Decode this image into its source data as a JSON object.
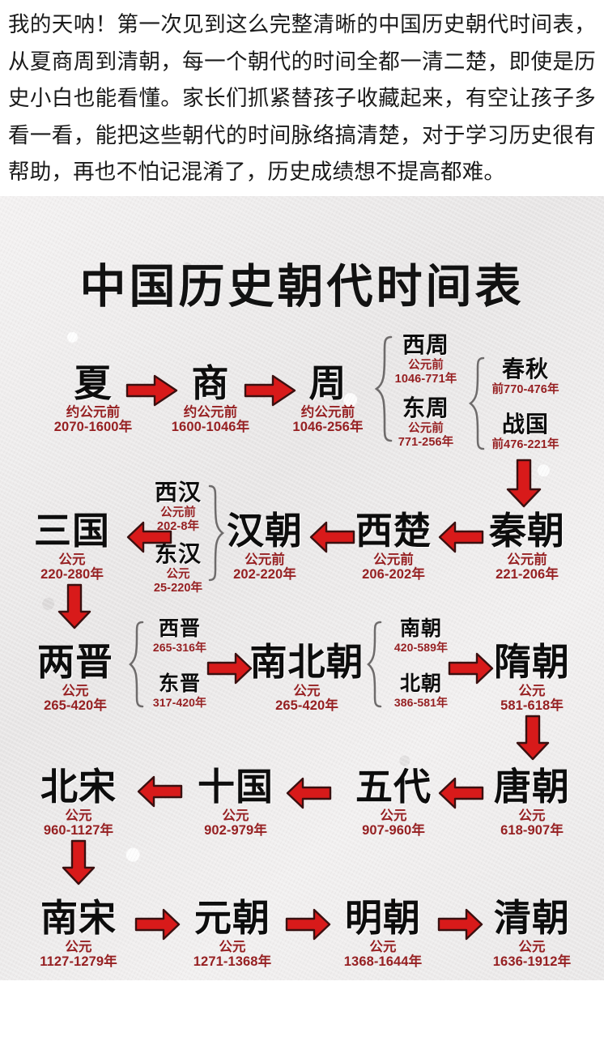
{
  "caption": "我的天呐！第一次见到这么完整清晰的中国历史朝代时间表，从夏商周到清朝，每一个朝代的时间全都一清二楚，即使是历史小白也能看懂。家长们抓紧替孩子收藏起来，有空让孩子多看一看，能把这些朝代的时间脉络搞清楚，对于学习历史很有帮助，再也不怕记混淆了，历史成绩想不提高都难。",
  "poster": {
    "title": "中国历史朝代时间表",
    "colors": {
      "arrow_red": "#d81a1a",
      "year_text": "#962022",
      "name_text": "#0d0d0d",
      "background": "#eceaea",
      "brace": "#6e6b6b"
    }
  },
  "chart_data": {
    "type": "diagram",
    "title": "中国历史朝代时间表",
    "nodes": [
      {
        "id": "xia",
        "name": "夏",
        "era": "约公元前",
        "years": "2070-1600年",
        "row": 1
      },
      {
        "id": "shang",
        "name": "商",
        "era": "约公元前",
        "years": "1600-1046年",
        "row": 1
      },
      {
        "id": "zhou",
        "name": "周",
        "era": "约公元前",
        "years": "1046-256年",
        "row": 1
      },
      {
        "id": "xizhou",
        "name": "西周",
        "era": "公元前",
        "years": "1046-771年",
        "row": 1
      },
      {
        "id": "dongzhou",
        "name": "东周",
        "era": "公元前",
        "years": "771-256年",
        "row": 1
      },
      {
        "id": "chunqiu",
        "name": "春秋",
        "era": "",
        "years": "前770-476年",
        "row": 1
      },
      {
        "id": "zhanguo",
        "name": "战国",
        "era": "",
        "years": "前476-221年",
        "row": 1
      },
      {
        "id": "qinchao",
        "name": "秦朝",
        "era": "公元前",
        "years": "221-206年",
        "row": 2
      },
      {
        "id": "xichu",
        "name": "西楚",
        "era": "公元前",
        "years": "206-202年",
        "row": 2
      },
      {
        "id": "hanchao",
        "name": "汉朝",
        "era": "公元前",
        "years": "202-220年",
        "row": 2
      },
      {
        "id": "xihan",
        "name": "西汉",
        "era": "公元前",
        "years": "202-8年",
        "row": 2
      },
      {
        "id": "donghan",
        "name": "东汉",
        "era": "公元",
        "years": "25-220年",
        "row": 2
      },
      {
        "id": "sanguo",
        "name": "三国",
        "era": "公元",
        "years": "220-280年",
        "row": 2
      },
      {
        "id": "liangjin",
        "name": "两晋",
        "era": "公元",
        "years": "265-420年",
        "row": 3
      },
      {
        "id": "xijin",
        "name": "西晋",
        "era": "",
        "years": "265-316年",
        "row": 3
      },
      {
        "id": "dongjin",
        "name": "东晋",
        "era": "",
        "years": "317-420年",
        "row": 3
      },
      {
        "id": "nanbeichao",
        "name": "南北朝",
        "era": "公元",
        "years": "265-420年",
        "row": 3
      },
      {
        "id": "nanchao",
        "name": "南朝",
        "era": "",
        "years": "420-589年",
        "row": 3
      },
      {
        "id": "beichao",
        "name": "北朝",
        "era": "",
        "years": "386-581年",
        "row": 3
      },
      {
        "id": "suichao",
        "name": "隋朝",
        "era": "公元",
        "years": "581-618年",
        "row": 3
      },
      {
        "id": "tangchao",
        "name": "唐朝",
        "era": "公元",
        "years": "618-907年",
        "row": 4
      },
      {
        "id": "wudai",
        "name": "五代",
        "era": "公元",
        "years": "907-960年",
        "row": 4
      },
      {
        "id": "shiguo",
        "name": "十国",
        "era": "公元",
        "years": "902-979年",
        "row": 4
      },
      {
        "id": "beisong",
        "name": "北宋",
        "era": "公元",
        "years": "960-1127年",
        "row": 4
      },
      {
        "id": "nansong",
        "name": "南宋",
        "era": "公元",
        "years": "1127-1279年",
        "row": 5
      },
      {
        "id": "yuanchao",
        "name": "元朝",
        "era": "公元",
        "years": "1271-1368年",
        "row": 5
      },
      {
        "id": "mingchao",
        "name": "明朝",
        "era": "公元",
        "years": "1368-1644年",
        "row": 5
      },
      {
        "id": "qingchao",
        "name": "清朝",
        "era": "公元",
        "years": "1636-1912年",
        "row": 5
      }
    ],
    "edges": [
      {
        "from": "xia",
        "to": "shang",
        "dir": "right"
      },
      {
        "from": "shang",
        "to": "zhou",
        "dir": "right"
      },
      {
        "from": "zhanguo",
        "to": "qinchao",
        "dir": "down"
      },
      {
        "from": "qinchao",
        "to": "xichu",
        "dir": "left"
      },
      {
        "from": "xichu",
        "to": "hanchao",
        "dir": "left"
      },
      {
        "from": "hanchao",
        "to": "sanguo",
        "dir": "left"
      },
      {
        "from": "sanguo",
        "to": "liangjin",
        "dir": "down"
      },
      {
        "from": "liangjin",
        "to": "nanbeichao",
        "dir": "right"
      },
      {
        "from": "nanbeichao",
        "to": "suichao",
        "dir": "right"
      },
      {
        "from": "suichao",
        "to": "tangchao",
        "dir": "down"
      },
      {
        "from": "tangchao",
        "to": "wudai",
        "dir": "left"
      },
      {
        "from": "wudai",
        "to": "shiguo",
        "dir": "left"
      },
      {
        "from": "shiguo",
        "to": "beisong",
        "dir": "left"
      },
      {
        "from": "beisong",
        "to": "nansong",
        "dir": "down"
      },
      {
        "from": "nansong",
        "to": "yuanchao",
        "dir": "right"
      },
      {
        "from": "yuanchao",
        "to": "mingchao",
        "dir": "right"
      },
      {
        "from": "mingchao",
        "to": "qingchao",
        "dir": "right"
      }
    ],
    "braces": [
      {
        "parent": "zhou",
        "children": [
          "xizhou",
          "dongzhou"
        ]
      },
      {
        "parent": "dongzhou",
        "children": [
          "chunqiu",
          "zhanguo"
        ]
      },
      {
        "parent": "hanchao",
        "children": [
          "xihan",
          "donghan"
        ]
      },
      {
        "parent": "liangjin",
        "children": [
          "xijin",
          "dongjin"
        ]
      },
      {
        "parent": "nanbeichao",
        "children": [
          "nanchao",
          "beichao"
        ]
      }
    ]
  }
}
